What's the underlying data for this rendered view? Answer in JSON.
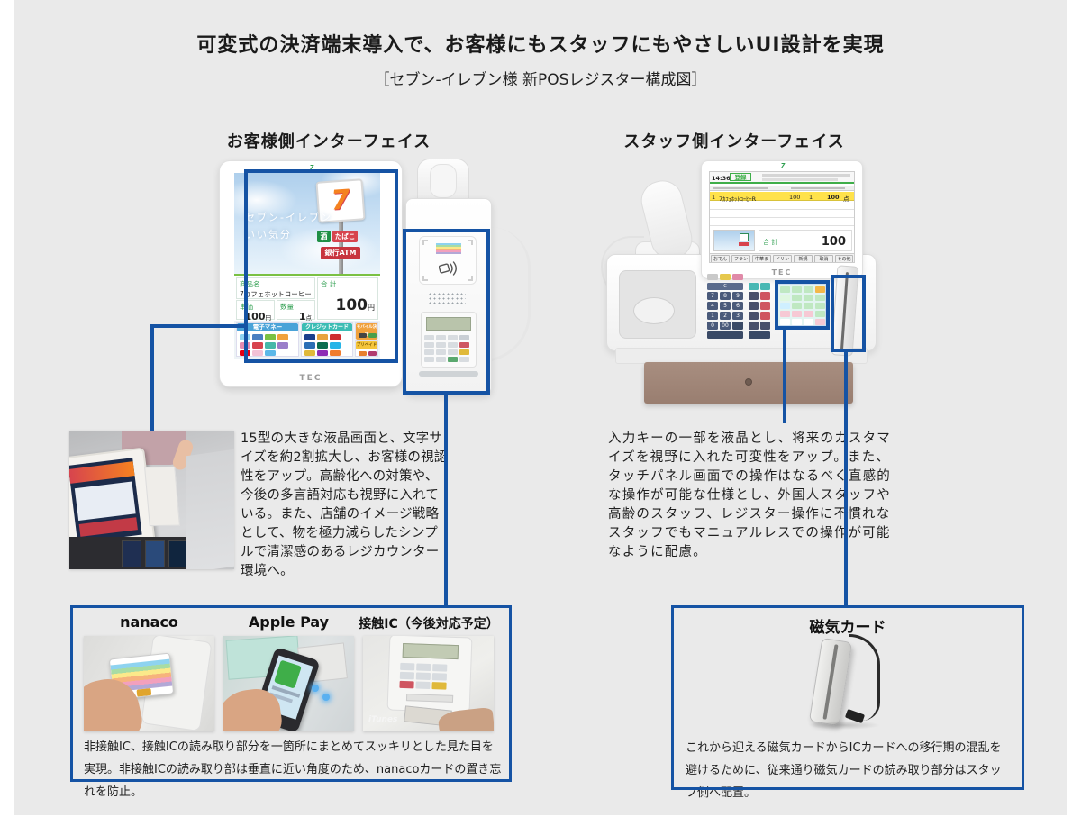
{
  "page": {
    "title": "可変式の決済端末導入で、お客様にもスタッフにもやさしいUI設計を実現",
    "subtitle": "［セブン-イレブン様 新POSレジスター構成図］"
  },
  "customer": {
    "heading": "お客様側インターフェイス",
    "description": "15型の大きな液晶画面と、文字サイズを約2割拡大し、お客様の視認性をアップ。高齢化への対策や、今後の多言語対応も視野に入れている。また、店舗のイメージ戦略として、物を極力減らしたシンプルで清潔感のあるレジカウンター環境へ。",
    "screen": {
      "slogan_line1": "セブン-イレブン",
      "slogan_line2": "いい気分",
      "sign_seven": "7",
      "sign_sake": "酒",
      "sign_tobacco": "たばこ",
      "sign_bank": "銀行ATM",
      "item_label": "商品名",
      "item_name": "7カフェホットコーヒーR",
      "total_label": "合 計",
      "total_value": "100",
      "total_unit": "円",
      "price_label": "単価",
      "price_value": "100",
      "price_unit": "円",
      "qty_label": "数量",
      "qty_value": "1",
      "qty_unit": "点",
      "pay_emoney": "電子マネー",
      "pay_credit": "クレジットカード",
      "pay_mobile": "モバイル決済",
      "pay_prepaid": "プリペイド",
      "brand": "TEC"
    }
  },
  "staff": {
    "heading": "スタッフ側インターフェイス",
    "description": "入力キーの一部を液晶とし、将来のカスタマイズを視野に入れた可変性をアップ。また、タッチパネル画面での操作はなるべく直感的な操作が可能な仕様とし、外国人スタッフや高齢のスタッフ、レジスター操作に不慣れなスタッフでもマニュアルレスでの操作が可能なように配慮。",
    "screen": {
      "time": "14:36",
      "mode": "登録",
      "line_no": "1",
      "item_name": "7ｶﾌｪﾎｯﾄｺｰﾋｰR",
      "item_price": "100",
      "item_qty": "1",
      "item_total": "100",
      "item_unit": "点",
      "total_label": "合 計",
      "total_value": "100",
      "brand": "TEC",
      "buttons": [
        "おでん",
        "フランク",
        "中華まん",
        "ドリンク",
        "新規",
        "取消",
        "その他"
      ]
    },
    "keypad": [
      "7",
      "8",
      "9",
      "4",
      "5",
      "6",
      "1",
      "2",
      "3",
      "0",
      "00",
      "C"
    ]
  },
  "reader_box": {
    "items": [
      {
        "label": "nanaco"
      },
      {
        "label": "Apple Pay"
      },
      {
        "label": "接触IC（今後対応予定）"
      }
    ],
    "itunes_label": "iTunes",
    "caption": "非接触IC、接触ICの読み取り部分を一箇所にまとめてスッキリとした見た目を実現。非接触ICの読み取り部は垂直に近い角度のため、nanacoカードの置き忘れを防止。"
  },
  "magcard_box": {
    "title": "磁気カード",
    "caption": "これから迎える磁気カードからICカードへの移行期の混乱を避けるために、従来通り磁気カードの読み取り部分はスタッフ側へ配置。"
  },
  "colors": {
    "accent_blue": "#1553a4",
    "panel_gray": "#eaeaea",
    "drawer_brown": "#a5897a"
  }
}
